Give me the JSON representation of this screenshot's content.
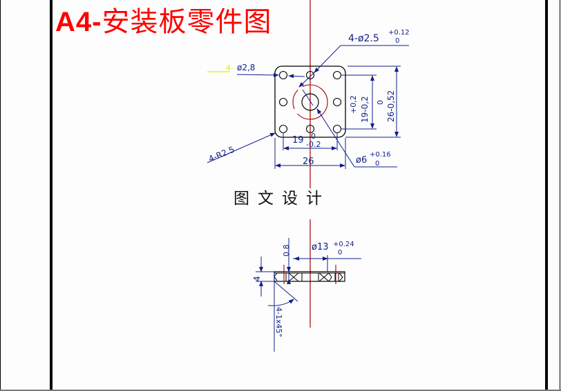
{
  "drawing": {
    "title_prefix": "A4-",
    "title_main": "安装板零件图",
    "watermark": "图文设计",
    "colors": {
      "title": "#ff0000",
      "dimension": "#10208a",
      "centerline": "#a00000",
      "outline": "#000000",
      "leader_extension": "#ffff00"
    },
    "top_view": {
      "callouts": {
        "hole_spec_prefix": "4-ø2.5",
        "hole_spec_tol_upper": "+0.12",
        "hole_spec_tol_lower": "0",
        "leader_hole_prefix": "4-",
        "leader_hole": "ø2,8",
        "corner_radius": "4-R2.5",
        "center_hole": "ø6",
        "center_hole_tol_upper": "+0.16",
        "center_hole_tol_lower": "0"
      },
      "dimensions": {
        "hole_spacing_h": "19",
        "hole_spacing_h_tol_upper": "0",
        "hole_spacing_h_tol_lower": "-0.2",
        "width": "26",
        "hole_spacing_v_tol": "+0,2",
        "hole_spacing_v": "19-0,2",
        "height_tol": "0",
        "height": "26-0,52"
      }
    },
    "section_view": {
      "callouts": {
        "thickness_inner": "0.8",
        "bore": "ø13",
        "bore_tol_upper": "+0.24",
        "bore_tol_lower": "0",
        "thickness": "4",
        "chamfer": "4-1x45°"
      }
    }
  }
}
